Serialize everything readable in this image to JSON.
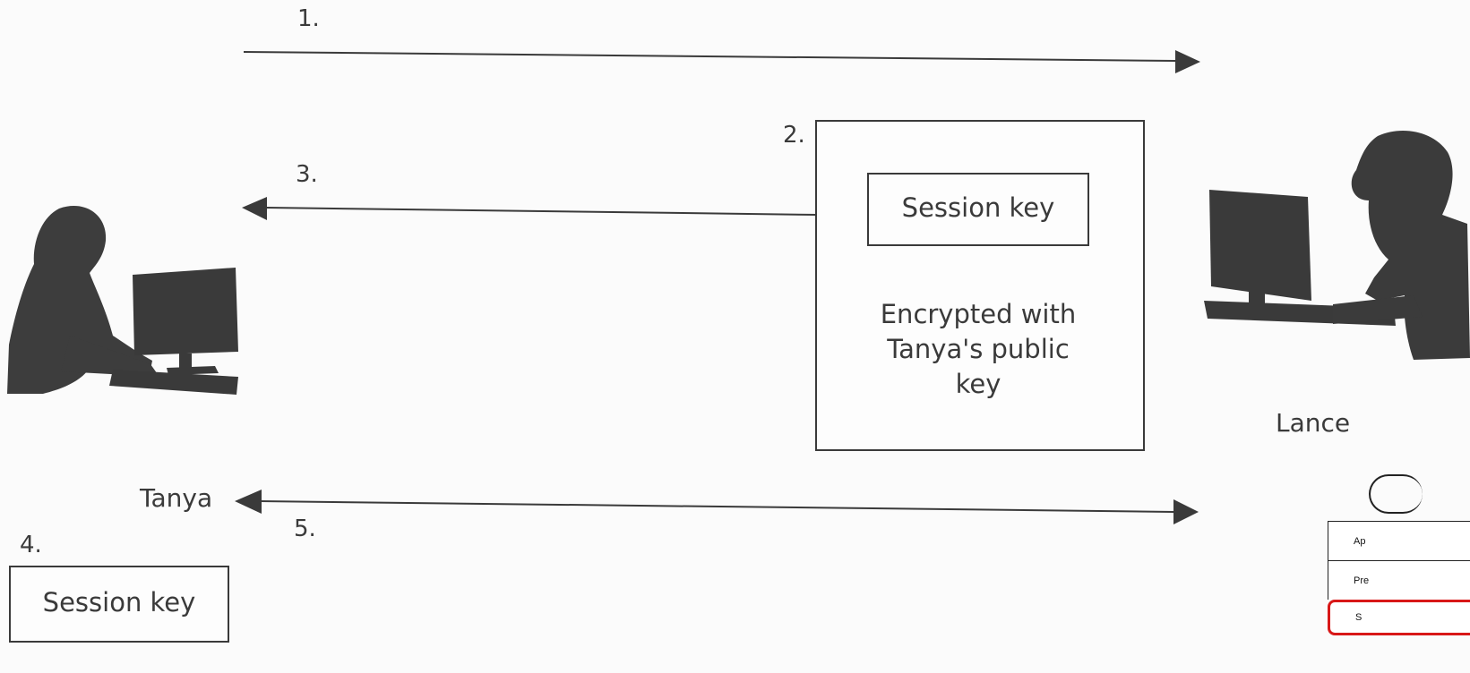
{
  "steps": {
    "s1": "1.",
    "s2": "2.",
    "s3": "3.",
    "s4": "4.",
    "s5": "5."
  },
  "box2": {
    "inner_label": "Session key",
    "caption": "Encrypted with Tanya's public key"
  },
  "box4": {
    "label": "Session key"
  },
  "people": {
    "left": "Tanya",
    "right": "Lance"
  },
  "mini_table": {
    "rows": [
      "Ap",
      "Pre",
      "S"
    ]
  },
  "colors": {
    "ink": "#3a3a3a",
    "highlight": "#d81818"
  }
}
